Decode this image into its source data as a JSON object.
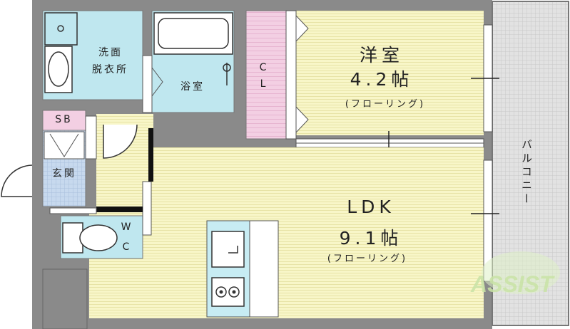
{
  "rooms": {
    "western": {
      "name": "洋室",
      "size": "4.2帖",
      "floor": "(フローリング)"
    },
    "ldk": {
      "name": "LDK",
      "size": "9.1帖",
      "floor": "(フローリング)"
    },
    "washroom": {
      "line1": "洗面",
      "line2": "脱衣所"
    },
    "bath": {
      "name": "浴室"
    },
    "closet": {
      "line1": "C",
      "line2": "L"
    },
    "shoebox": {
      "name": "SB"
    },
    "entrance": {
      "name": "玄関"
    },
    "toilet": {
      "line1": "W",
      "line2": "C"
    },
    "balcony": {
      "name": "バルコニー"
    }
  },
  "watermark": {
    "text": "ASSIST"
  },
  "colors": {
    "wall": "#8a8a8a",
    "room_floor": "#f8f6c8",
    "water_area": "#bfe7ef",
    "closet": "#f3cfe3",
    "entrance": "#c7d9ee",
    "balcony": "#d9d9d9",
    "kitchen": "#c7ecf3"
  }
}
